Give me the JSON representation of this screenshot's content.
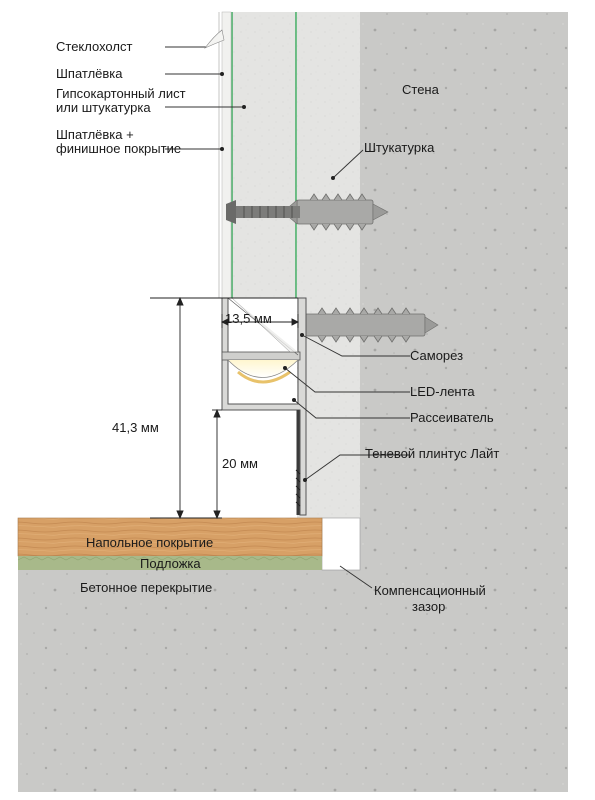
{
  "labels": {
    "steklokholst": "Стеклохолст",
    "shpatlevka": "Шпатлёвка",
    "gkl_line1": "Гипсокартонный лист",
    "gkl_line2": "или штукатурка",
    "shpatlevka_finish_line1": "Шпатлёвка +",
    "shpatlevka_finish_line2": "финишное покрытие",
    "stena": "Стена",
    "shtukaturka": "Штукатурка",
    "samorez": "Саморез",
    "led_lenta": "LED-лента",
    "rasseivatel": "Рассеиватель",
    "plintus": "Теневой плинтус Лайт",
    "napolnoe": "Напольное покрытие",
    "podlozhka": "Подложка",
    "perekrytie": "Бетонное перекрытие",
    "zazor_line1": "Компенсационный",
    "zazor_line2": "зазор"
  },
  "dimensions": {
    "width_profile": "13,5 мм",
    "height_total": "41,3 мм",
    "height_gap": "20 мм"
  },
  "colors": {
    "concrete": "#c8c8c6",
    "plaster": "#e6e6e4",
    "drywall": "#eeeeec",
    "wood": "#d9a46a",
    "underlay": "#a9b98a",
    "green_edge": "#4caf6a",
    "leader": "#333333"
  }
}
